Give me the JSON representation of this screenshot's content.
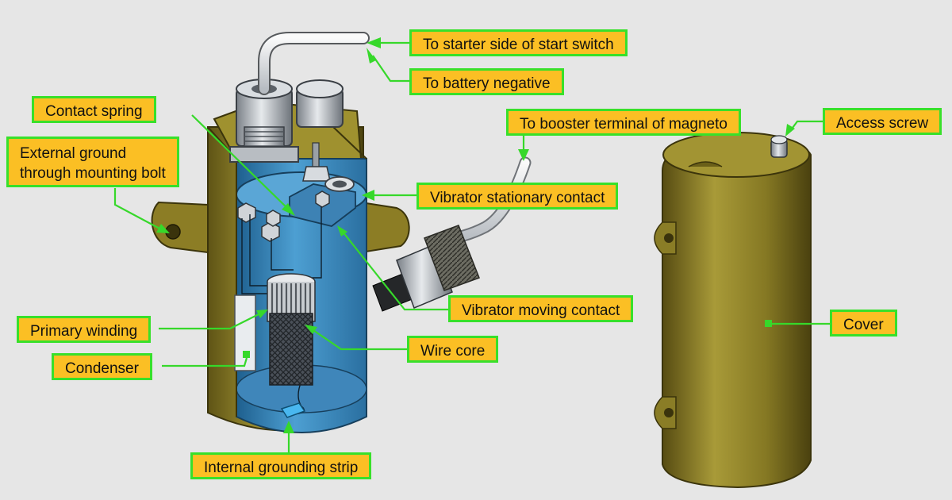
{
  "labels": {
    "to_starter_switch": "To starter side of start switch",
    "to_battery_negative": "To battery negative",
    "contact_spring": "Contact spring",
    "to_booster_terminal": "To booster terminal of magneto",
    "access_screw": "Access screw",
    "external_ground_line1": "External ground",
    "external_ground_line2": "through mounting bolt",
    "vibrator_stationary_contact": "Vibrator stationary contact",
    "vibrator_moving_contact": "Vibrator moving contact",
    "primary_winding": "Primary winding",
    "cover": "Cover",
    "wire_core": "Wire core",
    "condenser": "Condenser",
    "internal_grounding_strip": "Internal grounding strip"
  },
  "colors": {
    "background": "#e6e6e6",
    "label_fill": "#fbbf24",
    "label_border": "#38e02a",
    "leader_line": "#36d82a",
    "housing": "#8a7a25",
    "housing_inner_blue": "#3f8fc4",
    "cover": "#8b7d22"
  }
}
